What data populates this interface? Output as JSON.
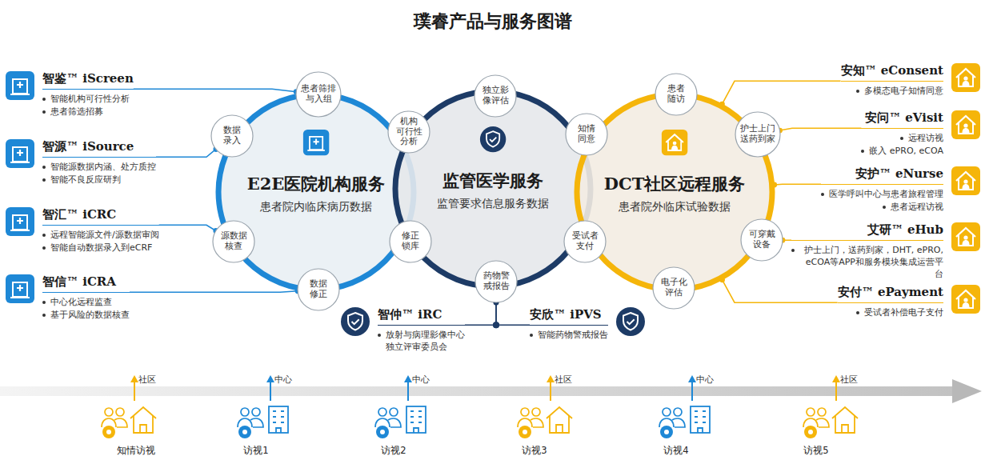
{
  "diagram": {
    "title": "璞睿产品与服务图谱",
    "nodes": [
      {
        "text": [
          "智鉴™ iScreen",
          "智能机构可行性分析",
          "患者筛选招募"
        ]
      },
      {
        "text": [
          "智源™ iSource",
          "智能源数据内涵、处方质控",
          "智能不良反应研判"
        ]
      },
      {
        "text": [
          "智汇™ iCRC",
          "远程智能源文件/源数据审阅",
          "智能自动数据录入到eCRF"
        ]
      },
      {
        "text": [
          "智信™ iCRA",
          "中心化远程监查",
          "基于风险的数据核查"
        ]
      },
      {
        "text": [
          "E2E医院机构服务",
          "患者院内临床病历数据"
        ]
      },
      {
        "text": [
          "患者筛排 与入组"
        ]
      },
      {
        "text": [
          "数据 录入"
        ]
      },
      {
        "text": [
          "源数据 核查"
        ]
      },
      {
        "text": [
          "数据 修正"
        ]
      },
      {
        "text": [
          "监管医学服务",
          "监管要求信息服务数据"
        ]
      },
      {
        "text": [
          "独立影 像评估"
        ]
      },
      {
        "text": [
          "机构 可行性 分析"
        ]
      },
      {
        "text": [
          "修正 锁库"
        ]
      },
      {
        "text": [
          "药物警 戒报告"
        ]
      },
      {
        "text": [
          "DCT社区远程服务",
          "患者院外临床试验数据"
        ]
      },
      {
        "text": [
          "患者 随访"
        ]
      },
      {
        "text": [
          "知情 同意"
        ]
      },
      {
        "text": [
          "护士上门 送药到家"
        ]
      },
      {
        "text": [
          "受试者 支付"
        ]
      },
      {
        "text": [
          "可穿戴 设备"
        ]
      },
      {
        "text": [
          "电子化 评估"
        ]
      },
      {
        "text": [
          "安知™ eConsent",
          "多模态电子知情同意"
        ]
      },
      {
        "text": [
          "安问™ eVisit",
          "远程访视",
          "嵌入 ePRO, eCOA"
        ]
      },
      {
        "text": [
          "安护™ eNurse",
          "医学呼叫中心与患者旅程管理",
          "患者远程访视"
        ]
      },
      {
        "text": [
          "艾研™ eHub",
          "护士上门，送药到家，DHT, ePRO, eCOA等APP和服务模块集成运营平台"
        ]
      },
      {
        "text": [
          "安付™ ePayment",
          "受试者补偿电子支付"
        ]
      },
      {
        "text": [
          "智仲™ iRC",
          "放射与病理影像中心 独立评审委员会"
        ]
      },
      {
        "text": [
          "安欣™ iPVS",
          "智能药物警戒报告"
        ]
      }
    ],
    "edges": [
      {
        "from": 0,
        "to": 5,
        "arrow": "none"
      },
      {
        "from": 1,
        "to": 6,
        "arrow": "none"
      },
      {
        "from": 2,
        "to": 7,
        "arrow": "none"
      },
      {
        "from": 3,
        "to": 8,
        "arrow": "none"
      },
      {
        "from": 21,
        "to": 14,
        "arrow": "none"
      },
      {
        "from": 22,
        "to": 17,
        "arrow": "none"
      },
      {
        "from": 23,
        "to": 14,
        "arrow": "none"
      },
      {
        "from": 24,
        "to": 19,
        "arrow": "none"
      },
      {
        "from": 25,
        "to": 14,
        "arrow": "none"
      },
      {
        "from": 26,
        "to": 13,
        "arrow": "none"
      },
      {
        "from": 27,
        "to": 13,
        "arrow": "none"
      }
    ],
    "labels": [
      "社区",
      "中心",
      "中心",
      "社区",
      "中心",
      "社区",
      "知情访视",
      "访视1",
      "访视2",
      "访视3",
      "访视4",
      "访视5"
    ]
  }
}
